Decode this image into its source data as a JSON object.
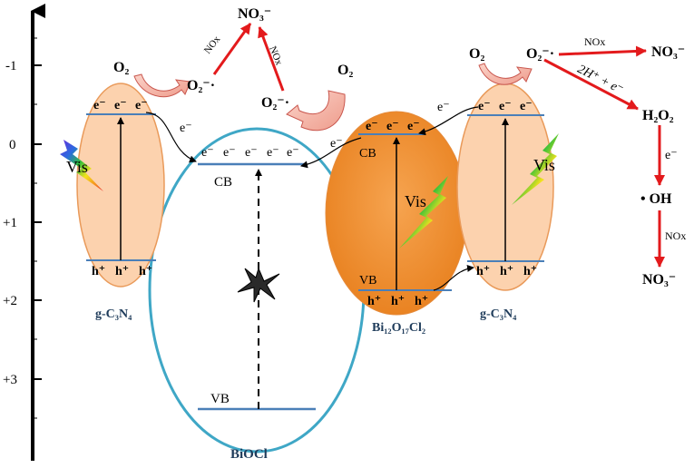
{
  "axis": {
    "ticks": [
      "-1",
      "0",
      "+1",
      "+2",
      "+3"
    ]
  },
  "materials": {
    "gcn_left": "g-C₃N₄",
    "biocl": "BiOCl",
    "bi12": "Bi₁₂O₁₇Cl₂",
    "gcn_right": "g-C₃N₄"
  },
  "bands": {
    "cb": "CB",
    "vb": "VB"
  },
  "carriers": {
    "electron": "e⁻",
    "hole": "h⁺"
  },
  "light": {
    "vis": "Vis"
  },
  "species": {
    "o2": "O₂",
    "o2_radical": "O₂⁻·",
    "no3": "NO₃⁻",
    "nox": "NOx",
    "h_plus_e": "2H⁺ + e⁻",
    "h2o2": "H₂O₂",
    "oh": "• OH"
  },
  "colors": {
    "orange_fill": "#fcd2ae",
    "orange_stroke": "#e99a5a",
    "biocl_ring": "#3fa7c6",
    "bi12_fill": "#f08a2c",
    "red_arrow": "#e31a1c",
    "band_line": "#4a7fb8",
    "pink_arrow": "#f3b0a4",
    "pink_stroke": "#c9574e",
    "navy_label": "#1e3b5a"
  }
}
